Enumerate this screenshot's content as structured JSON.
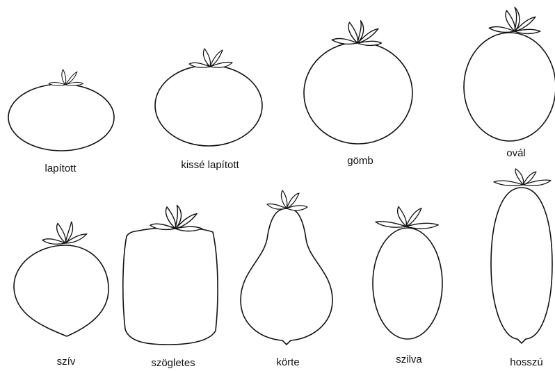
{
  "shapes": [
    {
      "key": "lapitott",
      "label": "lapított"
    },
    {
      "key": "kisse-lapitott",
      "label": "kissé lapított"
    },
    {
      "key": "gomb",
      "label": "gömb"
    },
    {
      "key": "ovál",
      "label": "ovál"
    },
    {
      "key": "sziv",
      "label": "szív"
    },
    {
      "key": "szogletes",
      "label": "szögletes"
    },
    {
      "key": "korte",
      "label": "körte"
    },
    {
      "key": "szilva",
      "label": "szilva"
    },
    {
      "key": "hosszu",
      "label": "hosszú"
    }
  ],
  "colors": {
    "outline": "#111111",
    "background": "#ffffff"
  }
}
